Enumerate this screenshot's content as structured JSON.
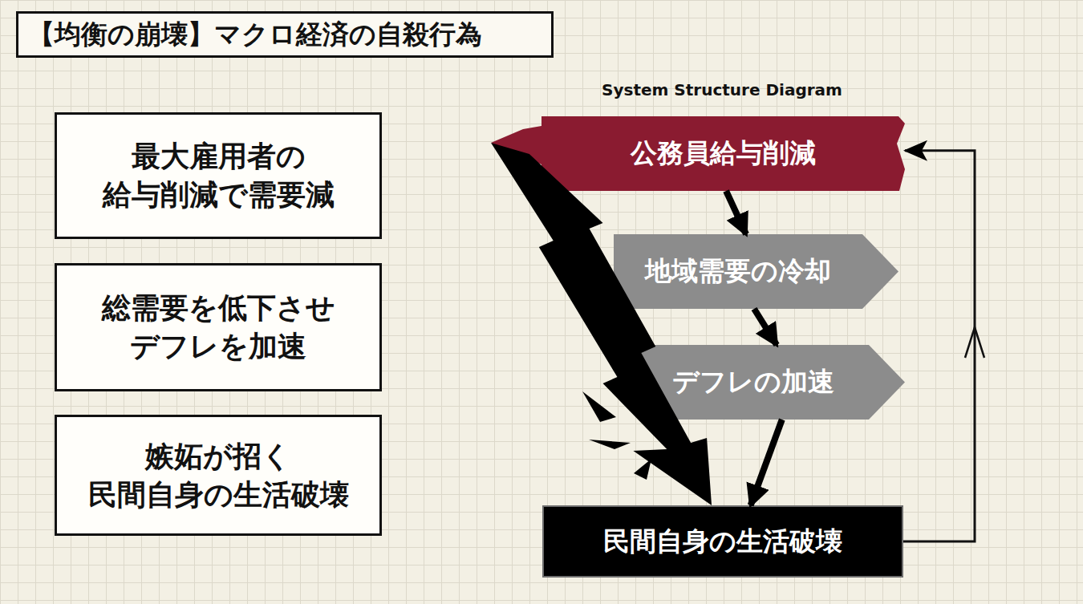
{
  "diagram": {
    "title": "【均衡の崩壊】マクロ経済の自殺行為",
    "nodes": [
      {
        "text": [
          "最大雇用者の 給与削減で需要減"
        ]
      },
      {
        "text": [
          "総需要を低下させ デフレを加速"
        ]
      },
      {
        "text": [
          "嫉妬が招く 民間自身の生活破壊"
        ]
      },
      {
        "text": [
          "公務員給与削減"
        ]
      },
      {
        "text": [
          "地域需要の冷却"
        ]
      },
      {
        "text": [
          "デフレの加速"
        ]
      },
      {
        "text": [
          "民間自身の生活破壊"
        ]
      }
    ],
    "edges": [
      {
        "from": 3,
        "to": 4,
        "arrow": "to"
      },
      {
        "from": 4,
        "to": 5,
        "arrow": "to"
      },
      {
        "from": 5,
        "to": 6,
        "arrow": "to"
      },
      {
        "from": 3,
        "to": 6,
        "arrow": "to"
      },
      {
        "from": 6,
        "to": 3,
        "arrow": "to"
      }
    ],
    "labels": [
      "System Structure Diagram"
    ]
  }
}
